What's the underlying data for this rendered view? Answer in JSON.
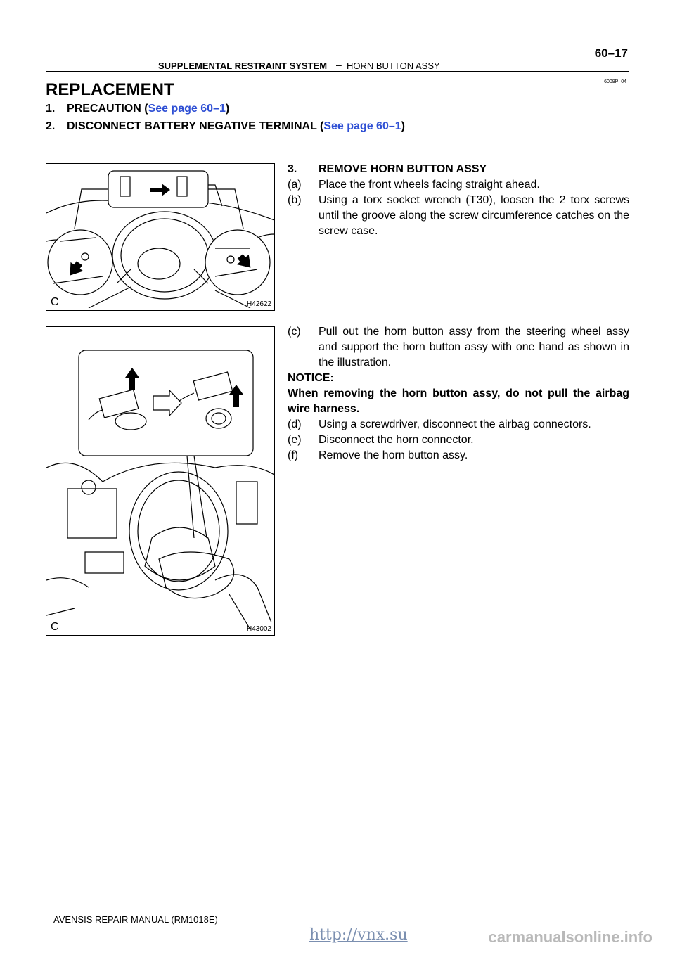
{
  "header": {
    "section": "SUPPLEMENTAL RESTRAINT SYSTEM",
    "separator": "–",
    "subsection": "HORN BUTTON ASSY",
    "page_number": "60–17",
    "doc_id": "6009P–04"
  },
  "heading": "REPLACEMENT",
  "steps_top": [
    {
      "num": "1.",
      "text": "PRECAUTION (",
      "link": "See page 60–1",
      "close": ")"
    },
    {
      "num": "2.",
      "text": "DISCONNECT BATTERY NEGATIVE TERMINAL (",
      "link": "See page 60–1",
      "close": ")"
    }
  ],
  "step3": {
    "num": "3.",
    "title": "REMOVE HORN BUTTON ASSY",
    "subs_a": [
      {
        "label": "(a)",
        "text": "Place the front wheels facing straight ahead."
      },
      {
        "label": "(b)",
        "text": "Using a torx socket wrench (T30), loosen the 2 torx screws until the groove along the screw circumference catches on the screw case."
      }
    ],
    "subs_b": [
      {
        "label": "(c)",
        "text": "Pull out the horn button assy from the steering wheel assy and support the horn button assy with one hand as shown in the illustration."
      }
    ],
    "notice_label": "NOTICE:",
    "notice_text": "When removing the horn button assy, do not pull the airbag wire harness.",
    "subs_c": [
      {
        "label": "(d)",
        "text": "Using a screwdriver, disconnect the airbag connectors."
      },
      {
        "label": "(e)",
        "text": "Disconnect the horn connector."
      },
      {
        "label": "(f)",
        "text": "Remove the horn button assy."
      }
    ]
  },
  "figures": [
    {
      "code": "H42622",
      "corner": "C"
    },
    {
      "code": "H43002",
      "corner": "C"
    }
  ],
  "footer": "AVENSIS REPAIR MANUAL   (RM1018E)",
  "watermark": {
    "link": "http://vnx.su",
    "site": "carmanualsonline.info"
  }
}
